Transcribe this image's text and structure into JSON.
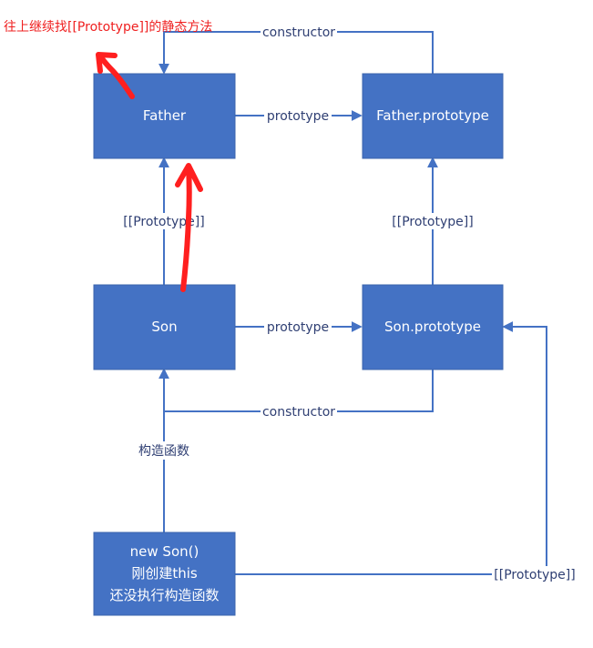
{
  "boxes": {
    "father": {
      "label": "Father"
    },
    "father_prototype": {
      "label": "Father.prototype"
    },
    "son": {
      "label": "Son"
    },
    "son_prototype": {
      "label": "Son.prototype"
    },
    "instance": {
      "line1": "new Son()",
      "line2": "刚创建this",
      "line3": "还没执行构造函数"
    }
  },
  "edges": {
    "father_constructor": "constructor",
    "father_prototype": "prototype",
    "son_to_father_proto": "[[Prototype]]",
    "sonproto_to_fatherproto": "[[Prototype]]",
    "son_prototype": "prototype",
    "son_constructor": "constructor",
    "constructor_function": "构造函数",
    "instance_proto": "[[Prototype]]"
  },
  "annotation": {
    "text": "往上继续找[[Prototype]]的静态方法"
  },
  "colors": {
    "box_fill": "#4472c4",
    "edge": "#4472c4",
    "annotation": "#ef2020"
  }
}
